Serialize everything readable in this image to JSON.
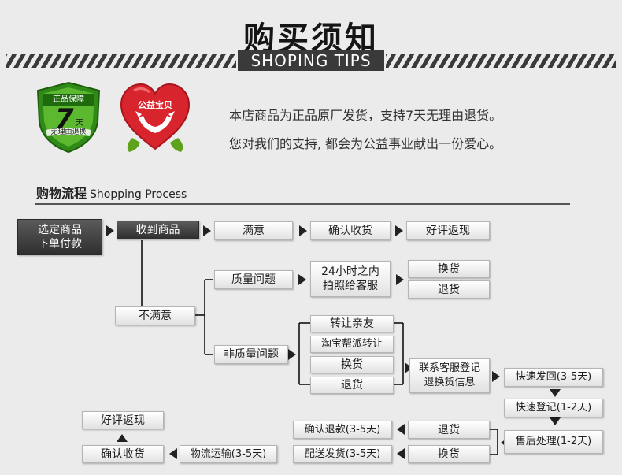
{
  "header": {
    "title": "购买须知",
    "subtitle": "SHOPING TIPS"
  },
  "badges": {
    "shield_top": "正品保障",
    "shield_number": "7",
    "shield_unit": "天",
    "shield_bottom": "无理由退换",
    "heart_label": "公益宝贝"
  },
  "intro": {
    "line1": "本店商品为正品原厂发货，支持7天无理由退货。",
    "line2": "您对我们的支持, 都会为公益事业献出一份爱心。"
  },
  "section": {
    "title_cn": "购物流程",
    "title_en": "Shopping Process"
  },
  "flow": {
    "select_order_1": "选定商品",
    "select_order_2": "下单付款",
    "received": "收到商品",
    "satisfied": "满意",
    "confirm_receipt": "确认收货",
    "good_review": "好评返现",
    "unsatisfied": "不满意",
    "quality_issue": "质量问题",
    "within_24h_1": "24小时之内",
    "within_24h_2": "拍照给客服",
    "exchange": "换货",
    "return": "退货",
    "non_quality_issue": "非质量问题",
    "transfer_friend": "转让亲友",
    "taobao_transfer": "淘宝帮派转让",
    "contact_cs_1": "联系客服登记",
    "contact_cs_2": "退换货信息",
    "fast_ship": "快速发回(3-5天)",
    "fast_register": "快速登记(1-2天)",
    "aftersale": "售后处理(1-2天)",
    "confirm_refund": "确认退款(3-5天)",
    "delivery": "配送发货(3-5天)",
    "logistics": "物流运输(3-5天)",
    "confirm_receipt_2": "确认收货",
    "good_review_2": "好评返现"
  },
  "colors": {
    "background": "#ebebeb",
    "dark_box": "#3a3a3a",
    "shield_green": "#3d9b1f",
    "heart_red": "#d8252d",
    "leaf_green": "#5ea21c"
  }
}
